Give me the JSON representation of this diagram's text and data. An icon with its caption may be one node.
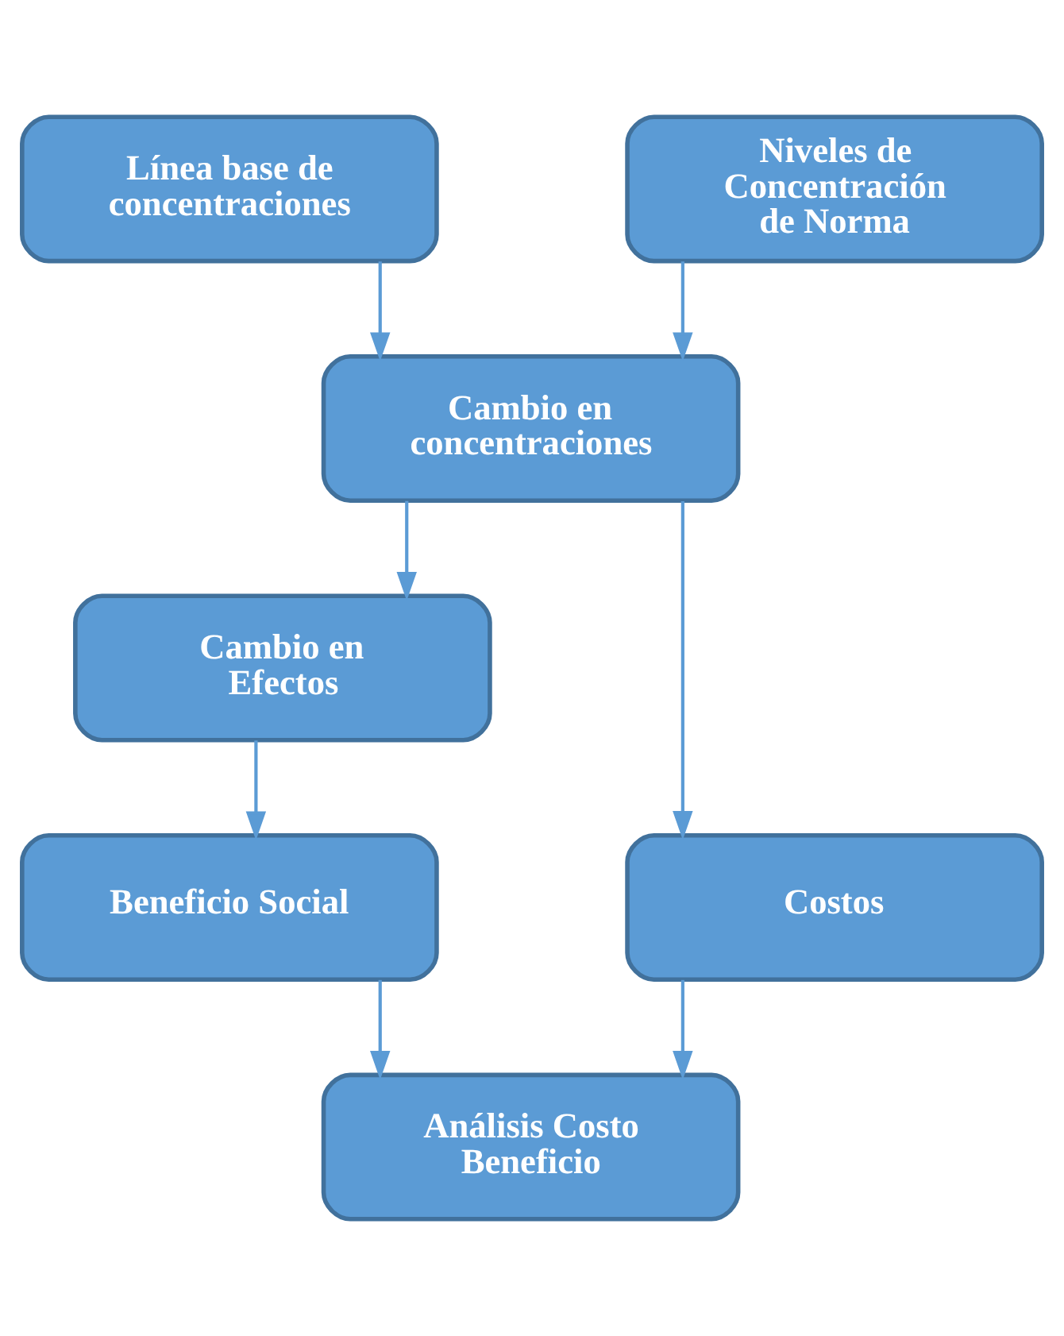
{
  "diagram": {
    "nodes": [
      {
        "text": [
          "Línea base de concentraciones"
        ]
      },
      {
        "text": [
          "Niveles de Concentración de Norma"
        ]
      },
      {
        "text": [
          "Cambio en concentraciones"
        ]
      },
      {
        "text": [
          "Cambio en Efectos"
        ]
      },
      {
        "text": [
          "Beneficio Social"
        ]
      },
      {
        "text": [
          "Costos"
        ]
      },
      {
        "text": [
          "Análisis Costo Beneficio"
        ]
      }
    ],
    "edges": [
      {
        "from": 0,
        "to": 2,
        "arrow": "to"
      },
      {
        "from": 1,
        "to": 2,
        "arrow": "to"
      },
      {
        "from": 2,
        "to": 3,
        "arrow": "to"
      },
      {
        "from": 2,
        "to": 5,
        "arrow": "to"
      },
      {
        "from": 3,
        "to": 4,
        "arrow": "to"
      },
      {
        "from": 4,
        "to": 6,
        "arrow": "to"
      },
      {
        "from": 5,
        "to": 6,
        "arrow": "to"
      }
    ]
  }
}
